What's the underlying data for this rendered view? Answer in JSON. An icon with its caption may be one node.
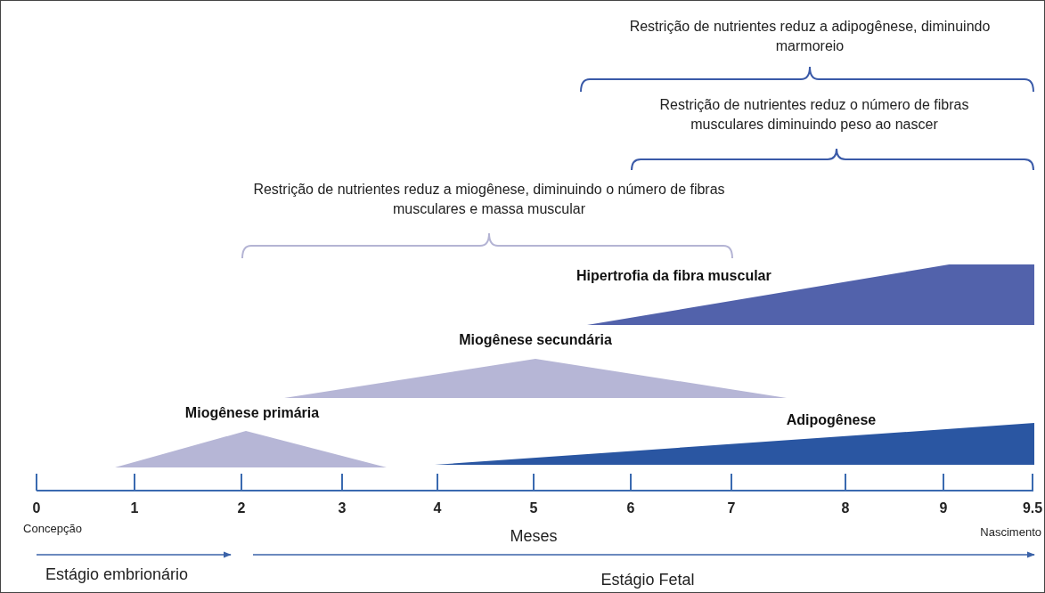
{
  "diagram": {
    "nodes": [
      {
        "text": [
          "Hipertrofia da fibra muscular"
        ]
      },
      {
        "text": [
          "Miogênese secundária"
        ]
      },
      {
        "text": [
          "Miogênese primária"
        ]
      },
      {
        "text": [
          "Adipogênese"
        ]
      }
    ],
    "labels": [
      "Restrição de nutrientes reduz a adipogênese, diminuindo marmoreio",
      "Restrição de nutrientes reduz o número de fibras musculares diminuindo peso ao nascer",
      "Restrição de nutrientes reduz a miogênese, diminuindo o número de fibras musculares e massa muscular",
      "0",
      "1",
      "2",
      "3",
      "4",
      "5",
      "6",
      "7",
      "8",
      "9",
      "9.5",
      "Concepção",
      "Meses",
      "Nascimento",
      "Estágio embrionário",
      "Estágio Fetal"
    ]
  }
}
